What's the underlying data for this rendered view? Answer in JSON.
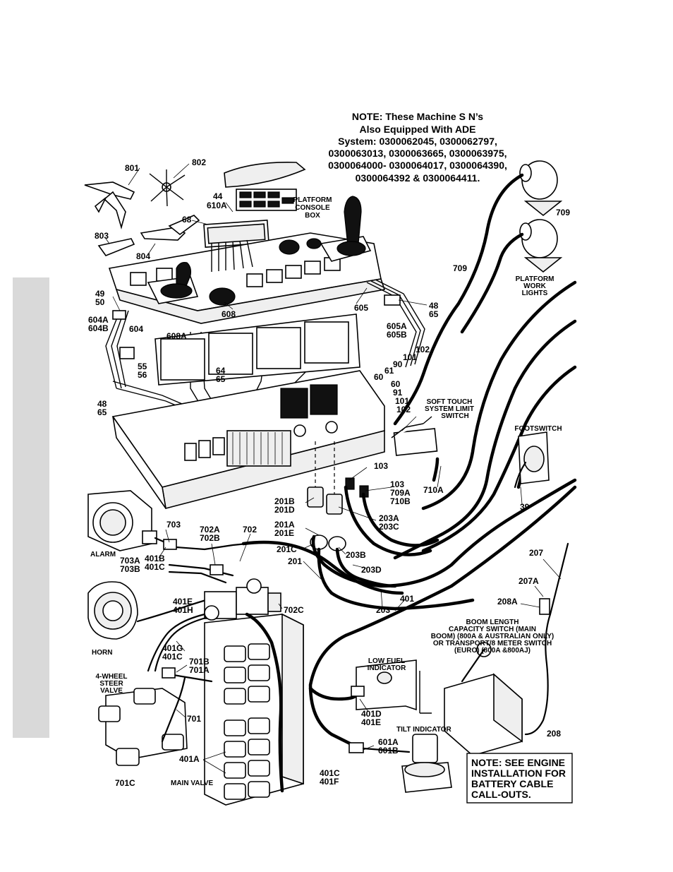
{
  "note_top": [
    "NOTE:  These Machine S N’s",
    "Also Equipped With ADE",
    "System:  0300062045,  0300062797,",
    "0300063013,  0300063665,  0300063975,",
    "0300064000- 0300064017,  0300064390,",
    "0300064392 &  0300064411."
  ],
  "note_bottom": [
    "NOTE: SEE ENGINE",
    "INSTALLATION FOR",
    "BATTERY CABLE",
    "CALL-OUTS."
  ],
  "labels": {
    "p801": "801",
    "p802": "802",
    "p803": "803",
    "p804": "804",
    "p44": "44",
    "p610a": "610A",
    "p68": "68",
    "console_1": "PLATFORM",
    "console_2": "CONSOLE",
    "console_3": "BOX",
    "p709a": "709",
    "p709b": "709",
    "lights_1": "PLATFORM",
    "lights_2": "WORK",
    "lights_3": "LIGHTS",
    "p49": "49",
    "p50": "50",
    "p604a": "604A",
    "p604b": "604B",
    "p604": "604",
    "p608": "608",
    "p608a": "608A",
    "p605": "605",
    "p48a": "48",
    "p65a": "65",
    "p605a": "605A",
    "p605b": "605B",
    "p102a": "102",
    "p101a": "101",
    "p90": "90",
    "p61": "61",
    "p60a": "60",
    "p55": "55",
    "p56": "56",
    "p64": "64",
    "p65b": "65",
    "p48b": "48",
    "p65c": "65",
    "p60b": "60",
    "p91": "91",
    "p101b": "101",
    "p102b": "102",
    "soft_1": "SOFT TOUCH",
    "soft_2": "SYSTEM LIMIT",
    "soft_3": "SWITCH",
    "footswitch": "FOOTSWITCH",
    "p103a": "103",
    "p103b": "103",
    "p709c": "709A",
    "p710b": "710B",
    "p710a": "710A",
    "p39": "39",
    "p201b": "201B",
    "p201d": "201D",
    "p201a": "201A",
    "p201e": "201E",
    "p203a": "203A",
    "p203c": "203C",
    "p201c": "201C",
    "p203b": "203B",
    "p203d": "203D",
    "p201": "201",
    "p203": "203",
    "p401": "401",
    "p703": "703",
    "alarm": "ALARM",
    "p703a": "703A",
    "p703b": "703B",
    "p401b": "401B",
    "p401c": "401C",
    "p702a": "702A",
    "p702b": "702B",
    "p702": "702",
    "p401e": "401E",
    "p401h": "401H",
    "p702c": "702C",
    "horn": "HORN",
    "p401g": "401G",
    "p401c2": "401C",
    "p701b": "701B",
    "p701a": "701A",
    "steer_1": "4-WHEEL",
    "steer_2": "STEER",
    "steer_3": "VALVE",
    "p701": "701",
    "p701c": "701C",
    "p401a": "401A",
    "main_valve": "MAIN VALVE",
    "p207": "207",
    "p207a": "207A",
    "p208a": "208A",
    "p208": "208",
    "boom_1": "BOOM LENGTH",
    "boom_2": "CAPACITY SWITCH (MAIN",
    "boom_3": "BOOM) (800A & AUSTRALIAN ONLY)",
    "boom_4": "OR TRANSPORT/8 METER SWITCH",
    "boom_5": "(EURO) (800A &800AJ)",
    "fuel_1": "LOW FUEL",
    "fuel_2": "INDICATOR",
    "p401d": "401D",
    "p401e2": "401E",
    "tilt": "TILT INDICATOR",
    "p601a": "601A",
    "p601b": "601B",
    "p401c3": "401C",
    "p401f": "401F"
  }
}
